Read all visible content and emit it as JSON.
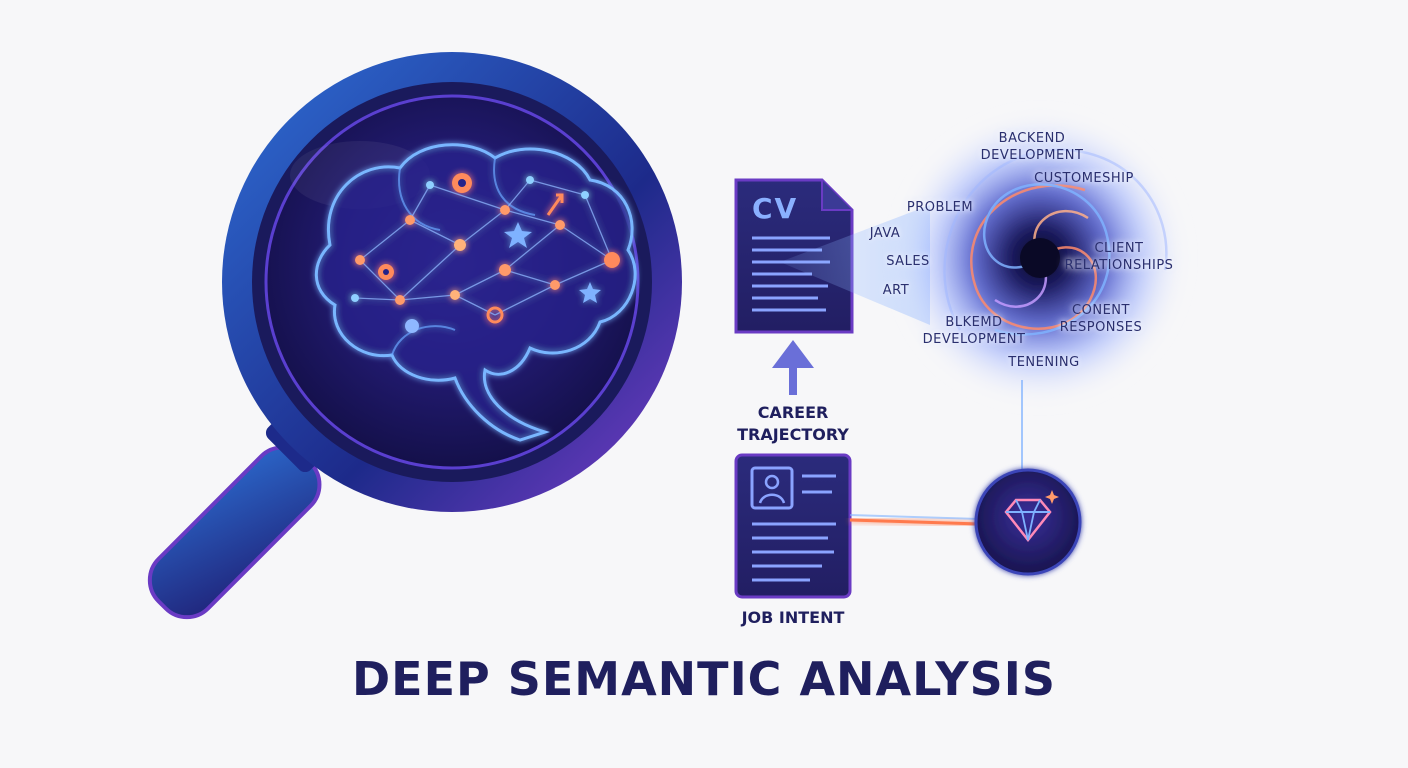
{
  "title": "DEEP SEMANTIC ANALYSIS",
  "cv_document": {
    "label": "CV"
  },
  "flow_labels": {
    "career_trajectory": [
      "CAREER",
      "TRAJECTORY"
    ],
    "job_intent": "JOB INTENT"
  },
  "keywords": [
    {
      "id": "backend-development",
      "lines": [
        "BACKEND",
        "DEVELOPMENT"
      ]
    },
    {
      "id": "customeship",
      "lines": [
        "CUSTOMESHIP"
      ]
    },
    {
      "id": "problem",
      "lines": [
        "PROBLEM"
      ]
    },
    {
      "id": "java",
      "lines": [
        "JAVA"
      ]
    },
    {
      "id": "client-relationships",
      "lines": [
        "CLIENT",
        "RELATIONSHIPS"
      ]
    },
    {
      "id": "sales",
      "lines": [
        "SALES"
      ]
    },
    {
      "id": "art",
      "lines": [
        "ART"
      ]
    },
    {
      "id": "conent-responses",
      "lines": [
        "CONENT",
        "RESPONSES"
      ]
    },
    {
      "id": "blkemd-development",
      "lines": [
        "BLKEMD",
        "DEVELOPMENT"
      ]
    },
    {
      "id": "tenening",
      "lines": [
        "TENENING"
      ]
    }
  ],
  "icons": {
    "magnifier": "magnifying-glass-icon",
    "brain": "brain-network-icon",
    "gear": "gear-icon",
    "diamond": "diamond-icon",
    "profile": "profile-document-icon",
    "arrow": "arrow-up-icon"
  },
  "colors": {
    "navy": "#1f1f5e",
    "accent_orange": "#ff7a4d",
    "accent_purple": "#7b4bd6",
    "glow_blue": "#5fa8ff"
  }
}
